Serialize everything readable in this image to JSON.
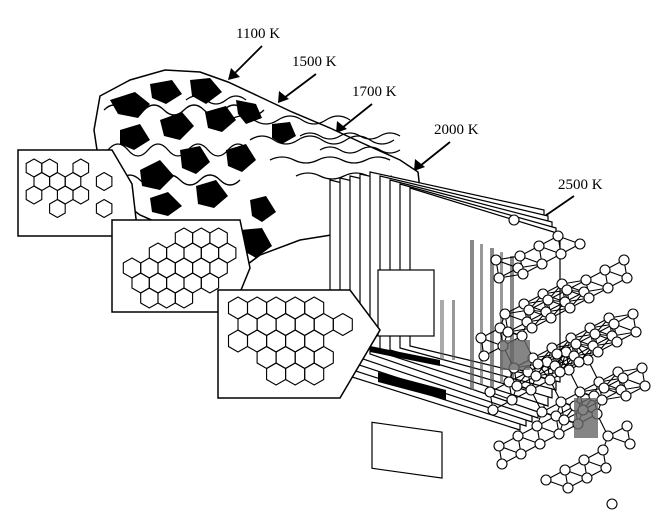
{
  "labels": {
    "t1100": "1100 K",
    "t1500": "1500 K",
    "t1700": "1700 K",
    "t2000": "2000 K",
    "t2500": "2500 K"
  },
  "colors": {
    "ink": "#000000",
    "paper": "#ffffff",
    "speckle": "#555555"
  }
}
